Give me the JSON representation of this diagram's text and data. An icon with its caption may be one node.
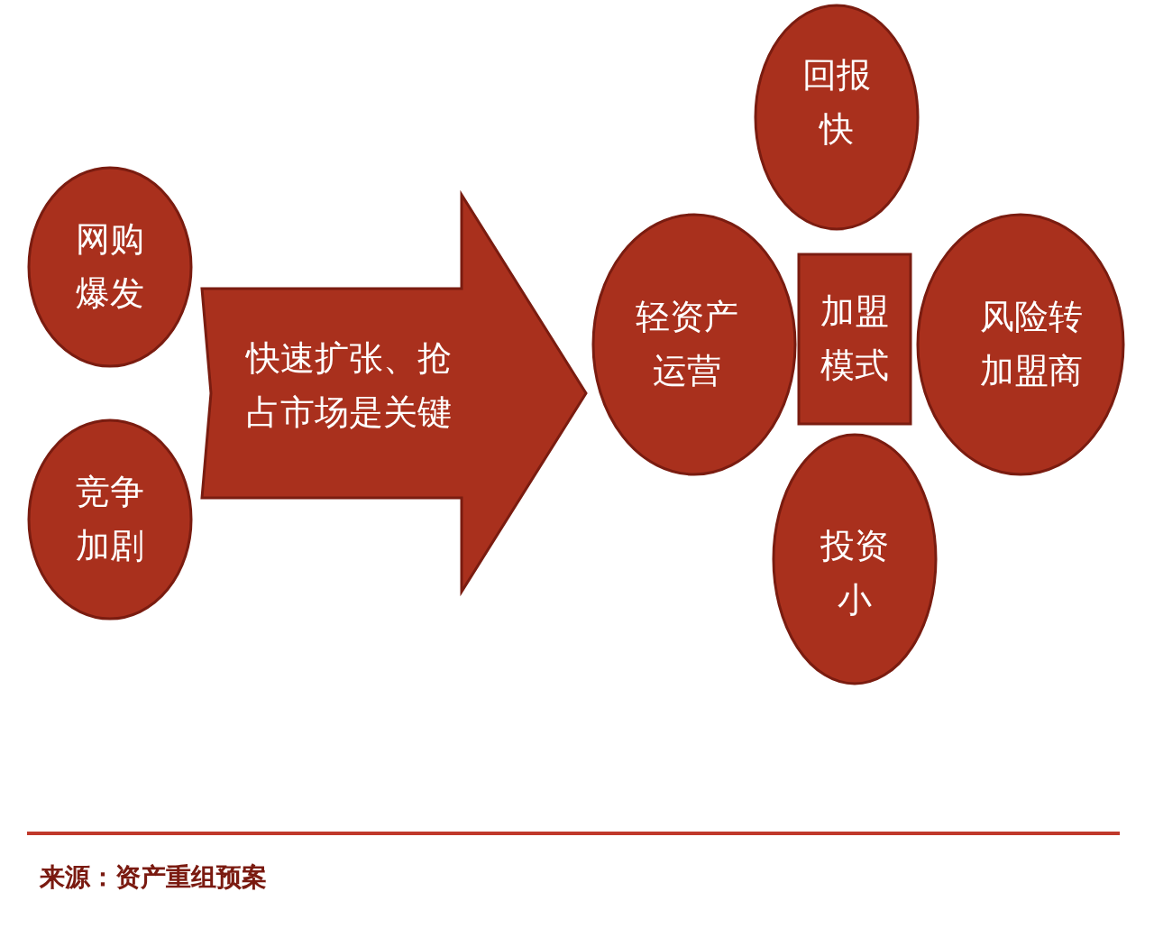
{
  "diagram": {
    "nodes": [
      {
        "text": [
          "网购爆发"
        ]
      },
      {
        "text": [
          "竞争加剧"
        ]
      },
      {
        "text": [
          "回报快"
        ]
      },
      {
        "text": [
          "轻资产运营"
        ]
      },
      {
        "text": [
          "加盟模式"
        ]
      },
      {
        "text": [
          "风险转加盟商"
        ]
      },
      {
        "text": [
          "投资小"
        ]
      }
    ],
    "edges": [
      {
        "from": 0,
        "to": 3,
        "arrow": "to",
        "label": "快速扩张、抢占市场是关键"
      },
      {
        "from": 1,
        "to": 3,
        "arrow": "to"
      }
    ],
    "caption": "来源：资产重组预案"
  }
}
